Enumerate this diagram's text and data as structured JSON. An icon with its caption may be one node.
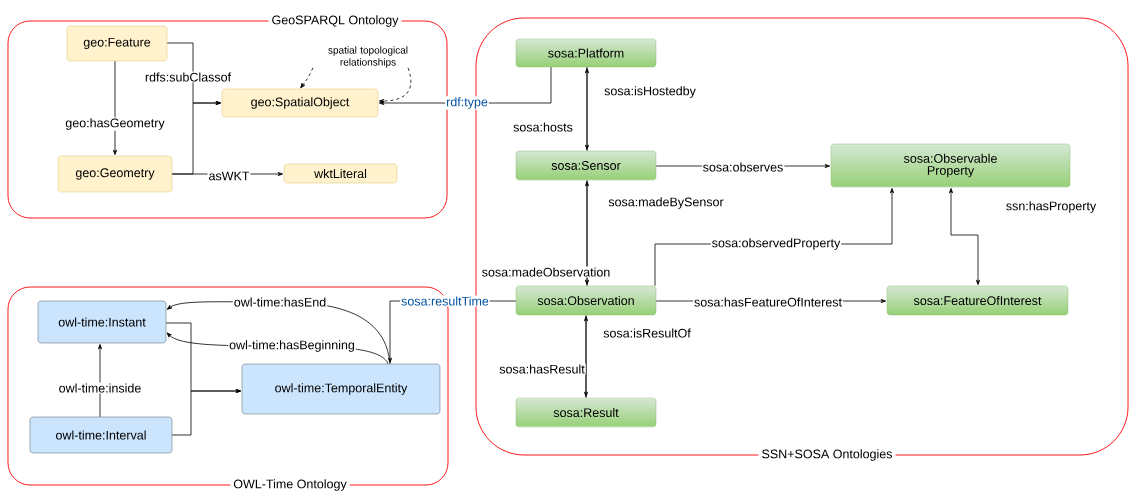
{
  "diagram": {
    "nodes": [
      {
        "text": [
          "GeoSPARQL Ontology"
        ]
      },
      {
        "text": [
          "geo:Feature"
        ],
        "in": 0
      },
      {
        "text": [
          "geo:SpatialObject"
        ],
        "in": 0
      },
      {
        "text": [
          "geo:Geometry"
        ],
        "in": 0
      },
      {
        "text": [
          "wktLiteral"
        ],
        "in": 0
      },
      {
        "text": [
          "spatial topological relationships"
        ],
        "in": 0
      },
      {
        "text": [
          "SSN+SOSA Ontologies"
        ]
      },
      {
        "text": [
          "sosa:Platform"
        ],
        "in": 6
      },
      {
        "text": [
          "sosa:Sensor"
        ],
        "in": 6
      },
      {
        "text": [
          "sosa:Observable Property"
        ],
        "in": 6
      },
      {
        "text": [
          "sosa:Observation"
        ],
        "in": 6
      },
      {
        "text": [
          "sosa:FeatureOfInterest"
        ],
        "in": 6
      },
      {
        "text": [
          "sosa:Result"
        ],
        "in": 6
      },
      {
        "text": [
          "OWL-Time Ontology"
        ]
      },
      {
        "text": [
          "owl-time:Instant"
        ],
        "in": 13
      },
      {
        "text": [
          "owl-time:TemporalEntity"
        ],
        "in": 13
      },
      {
        "text": [
          "owl-time:Interval"
        ],
        "in": 13
      }
    ],
    "edges": [
      {
        "from": 1,
        "to": 2,
        "arrow": "to",
        "label": "rdfs:subClassof"
      },
      {
        "from": 3,
        "to": 2,
        "arrow": "to"
      },
      {
        "from": 3,
        "to": 4,
        "arrow": "to",
        "label": "asWKT"
      },
      {
        "from": 1,
        "to": 3,
        "arrow": "to",
        "label": "geo:hasGeometry"
      },
      {
        "from": 5,
        "to": 2,
        "arrow": "to",
        "style": "dashed"
      },
      {
        "from": 5,
        "to": 2,
        "arrow": "to",
        "style": "dashed"
      },
      {
        "from": 7,
        "to": 2,
        "arrow": "to",
        "label": "rdf:type"
      },
      {
        "from": 8,
        "to": 7,
        "arrow": "to",
        "label": "sosa:isHostedby"
      },
      {
        "from": 7,
        "to": 8,
        "arrow": "to",
        "label": "sosa:hosts"
      },
      {
        "from": 8,
        "to": 9,
        "arrow": "to",
        "label": "sosa:observes"
      },
      {
        "from": 10,
        "to": 8,
        "arrow": "to",
        "label": "sosa:madeBySensor"
      },
      {
        "from": 8,
        "to": 10,
        "arrow": "to",
        "label": "sosa:madeObservation"
      },
      {
        "from": 10,
        "to": 9,
        "arrow": "to",
        "label": "sosa:observedProperty"
      },
      {
        "from": 11,
        "to": 9,
        "arrow": "both",
        "label": "ssn:hasProperty"
      },
      {
        "from": 10,
        "to": 11,
        "arrow": "to",
        "label": "sosa:hasFeatureOfInterest"
      },
      {
        "from": 12,
        "to": 10,
        "arrow": "to",
        "label": "sosa:isResultOf"
      },
      {
        "from": 10,
        "to": 12,
        "arrow": "to",
        "label": "sosa:hasResult"
      },
      {
        "from": 10,
        "to": 15,
        "arrow": "to",
        "label": "sosa:resultTime"
      },
      {
        "from": 16,
        "to": 14,
        "arrow": "to",
        "label": "owl-time:inside"
      },
      {
        "from": 14,
        "to": 15,
        "arrow": "to"
      },
      {
        "from": 16,
        "to": 15,
        "arrow": "to"
      },
      {
        "from": 15,
        "to": 14,
        "arrow": "to",
        "label": "owl-time:hasEnd"
      },
      {
        "from": 15,
        "to": 14,
        "arrow": "to",
        "label": "owl-time:hasBeginning"
      }
    ]
  }
}
